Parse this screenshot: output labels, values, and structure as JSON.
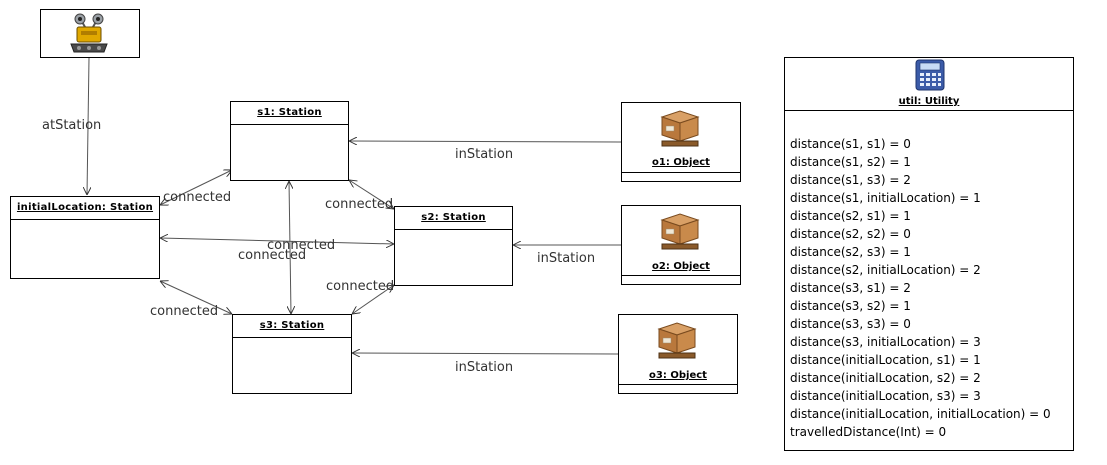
{
  "nodes": {
    "robot": {
      "icon": "robot-icon"
    },
    "initialLocation": {
      "title": "initialLocation: Station"
    },
    "s1": {
      "title": "s1: Station"
    },
    "s2": {
      "title": "s2: Station"
    },
    "s3": {
      "title": "s3: Station"
    },
    "o1": {
      "title": "o1: Object",
      "icon": "box-icon"
    },
    "o2": {
      "title": "o2: Object",
      "icon": "box-icon"
    },
    "o3": {
      "title": "o3: Object",
      "icon": "box-icon"
    },
    "util": {
      "title": "util: Utility",
      "icon": "calculator-icon",
      "operations": [
        "distance(s1, s1) = 0",
        "distance(s1, s2) = 1",
        "distance(s1, s3) = 2",
        "distance(s1, initialLocation) = 1",
        "distance(s2, s1) = 1",
        "distance(s2, s2) = 0",
        "distance(s2, s3) = 1",
        "distance(s2, initialLocation) = 2",
        "distance(s3, s1) = 2",
        "distance(s3, s2) = 1",
        "distance(s3, s3) = 0",
        "distance(s3, initialLocation) = 3",
        "distance(initialLocation, s1) = 1",
        "distance(initialLocation, s2) = 2",
        "distance(initialLocation, s3) = 3",
        "distance(initialLocation, initialLocation) = 0",
        "travelledDistance(Int) = 0"
      ]
    }
  },
  "edges": {
    "atStation": "atStation",
    "inStation_o1": "inStation",
    "inStation_o2": "inStation",
    "inStation_o3": "inStation",
    "connected_init_s1": "connected",
    "connected_s1_s2": "connected",
    "connected_init_s2": "connected",
    "connected_s1_s3": "connected",
    "connected_s2_s3": "connected",
    "connected_init_s3": "connected"
  }
}
